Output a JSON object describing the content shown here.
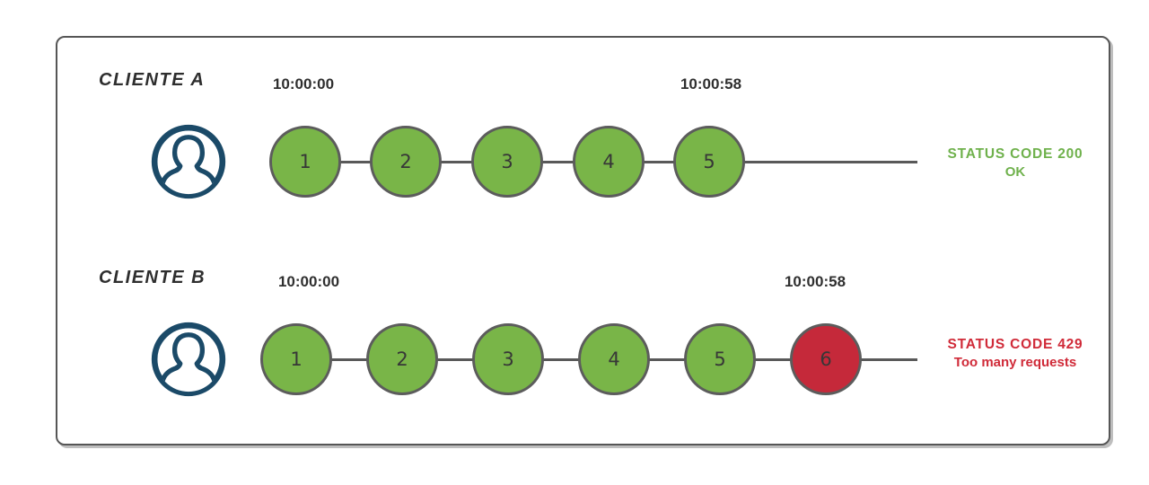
{
  "colors": {
    "ok": "#79b548",
    "blocked": "#c5293a",
    "ok_text": "#6fb14c",
    "blocked_text": "#d02b39",
    "avatar": "#1b4a68",
    "line": "#595959"
  },
  "rows": [
    {
      "label": "CLIENTE A",
      "start_time": "10:00:00",
      "end_time": "10:00:58",
      "requests": [
        {
          "n": "1",
          "state": "ok"
        },
        {
          "n": "2",
          "state": "ok"
        },
        {
          "n": "3",
          "state": "ok"
        },
        {
          "n": "4",
          "state": "ok"
        },
        {
          "n": "5",
          "state": "ok"
        }
      ],
      "status": {
        "line1": "STATUS CODE 200",
        "line2": "OK",
        "state": "ok"
      }
    },
    {
      "label": "CLIENTE B",
      "start_time": "10:00:00",
      "end_time": "10:00:58",
      "requests": [
        {
          "n": "1",
          "state": "ok"
        },
        {
          "n": "2",
          "state": "ok"
        },
        {
          "n": "3",
          "state": "ok"
        },
        {
          "n": "4",
          "state": "ok"
        },
        {
          "n": "5",
          "state": "ok"
        },
        {
          "n": "6",
          "state": "blocked"
        }
      ],
      "status": {
        "line1": "STATUS CODE 429",
        "line2": "Too many requests",
        "state": "blocked"
      }
    }
  ]
}
